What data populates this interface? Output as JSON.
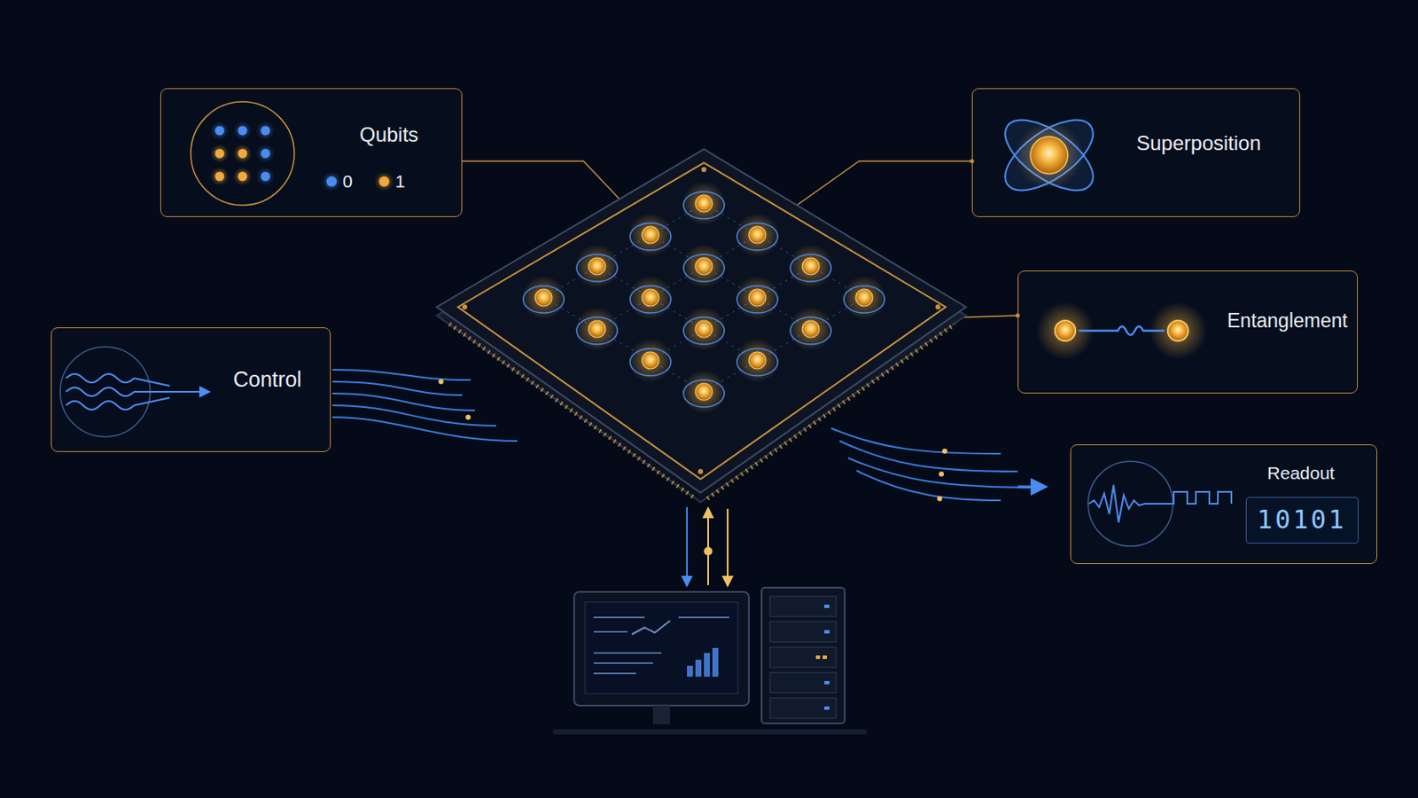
{
  "diagram": {
    "nodes": [
      {
        "text": [
          "Qubits"
        ]
      },
      {
        "text": [
          "Superposition"
        ]
      },
      {
        "text": [
          "Entanglement"
        ]
      },
      {
        "text": [
          "Control"
        ]
      },
      {
        "text": [
          "Readout"
        ]
      },
      {
        "text": [
          "10101"
        ],
        "in": 4
      }
    ],
    "legend": [
      {
        "text": "0",
        "color": "#4a8cf0"
      },
      {
        "text": "1",
        "color": "#f2a93b"
      }
    ]
  }
}
